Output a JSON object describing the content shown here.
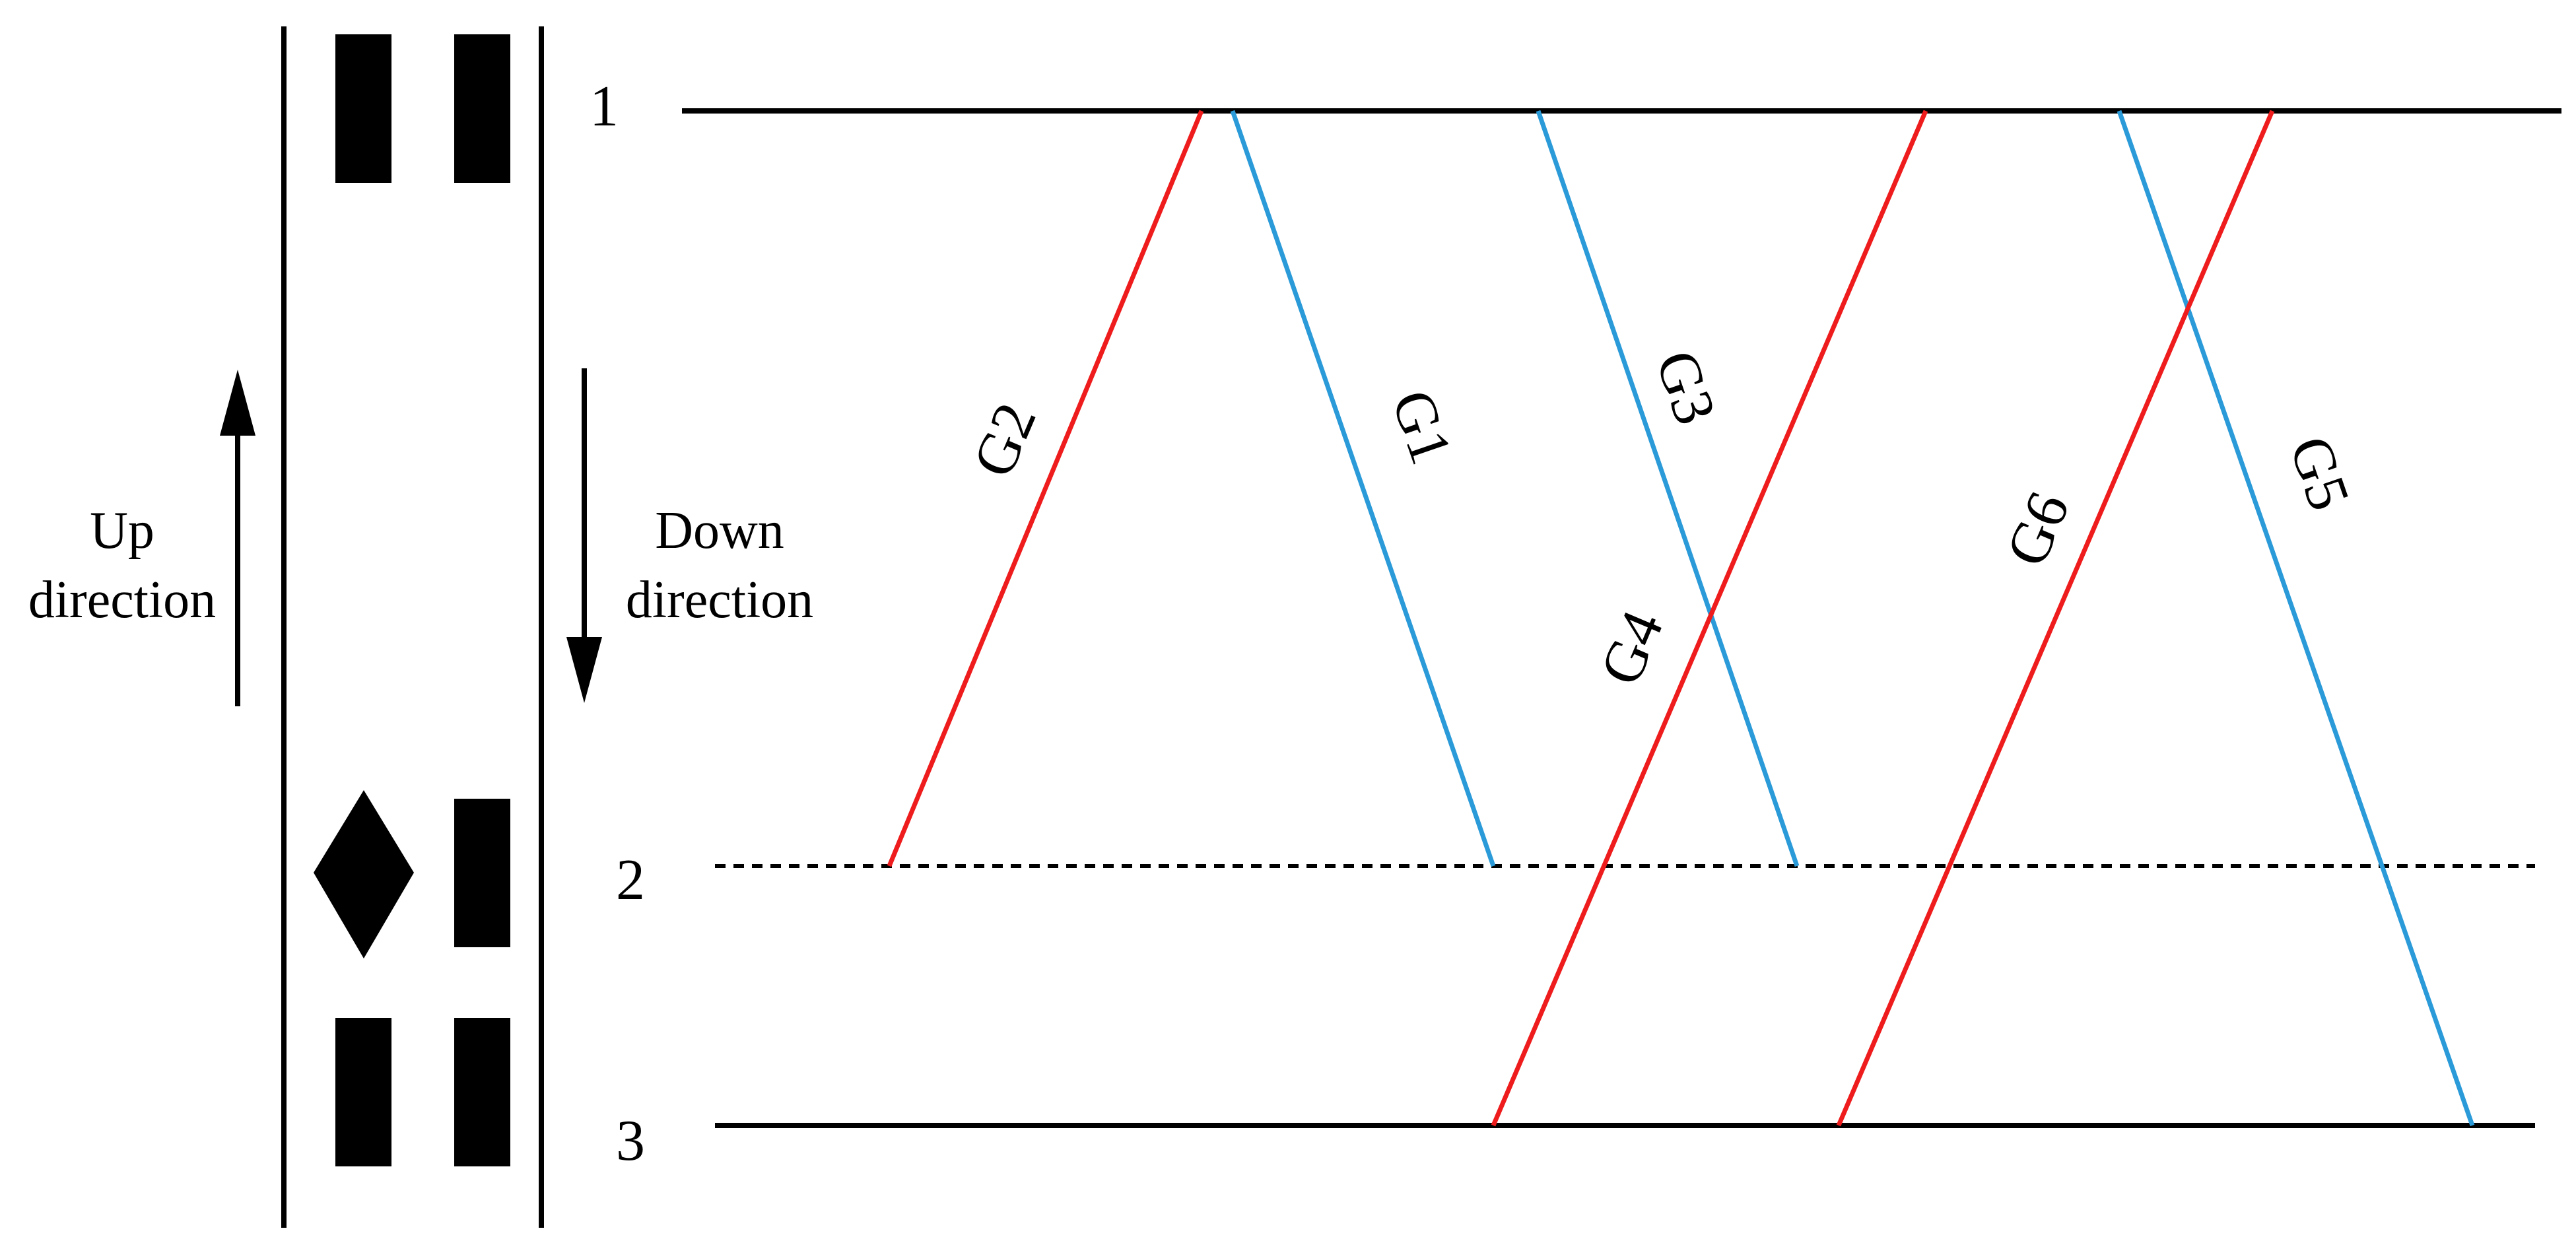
{
  "stations": [
    {
      "id": "1",
      "label": "1"
    },
    {
      "id": "2",
      "label": "2"
    },
    {
      "id": "3",
      "label": "3"
    }
  ],
  "directions": {
    "up": {
      "line1": "Up",
      "line2": "direction"
    },
    "down": {
      "line1": "Down",
      "line2": "direction"
    }
  },
  "trains": [
    {
      "id": "G1",
      "label": "G1",
      "direction": "down",
      "color": "#2a9ad8"
    },
    {
      "id": "G2",
      "label": "G2",
      "direction": "up",
      "color": "#ee1c1c"
    },
    {
      "id": "G3",
      "label": "G3",
      "direction": "down",
      "color": "#2a9ad8"
    },
    {
      "id": "G4",
      "label": "G4",
      "direction": "up",
      "color": "#ee1c1c"
    },
    {
      "id": "G5",
      "label": "G5",
      "direction": "down",
      "color": "#2a9ad8"
    },
    {
      "id": "G6",
      "label": "G6",
      "direction": "up",
      "color": "#ee1c1c"
    }
  ],
  "colors": {
    "up_train": "#ee1c1c",
    "down_train": "#2a9ad8",
    "line": "#000000"
  },
  "icons": [
    "track-block-icon",
    "diamond-signal-icon",
    "arrow-up-icon",
    "arrow-down-icon"
  ]
}
